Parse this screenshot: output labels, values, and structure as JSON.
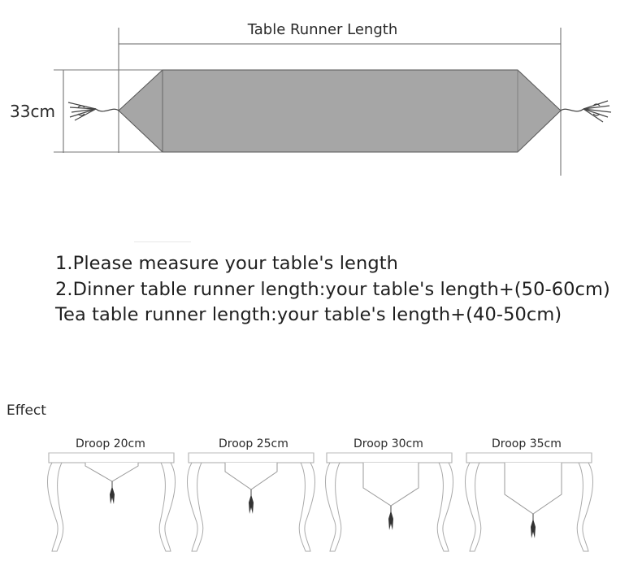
{
  "diagram": {
    "length_label": "Table Runner Length",
    "width_label": "33cm",
    "colors": {
      "runner_fill": "#a6a6a6",
      "runner_stroke": "#555555",
      "dimension_line": "#666666",
      "tassel": "#444444"
    }
  },
  "instructions": [
    "1.Please measure your table's length",
    "2.Dinner table runner length:your table's length+(50-60cm)",
    "Tea table runner length:your table's length+(40-50cm)"
  ],
  "effect": {
    "title": "Effect",
    "examples": [
      {
        "label": "Droop 20cm"
      },
      {
        "label": "Droop 25cm"
      },
      {
        "label": "Droop 30cm"
      },
      {
        "label": "Droop 35cm"
      }
    ]
  }
}
